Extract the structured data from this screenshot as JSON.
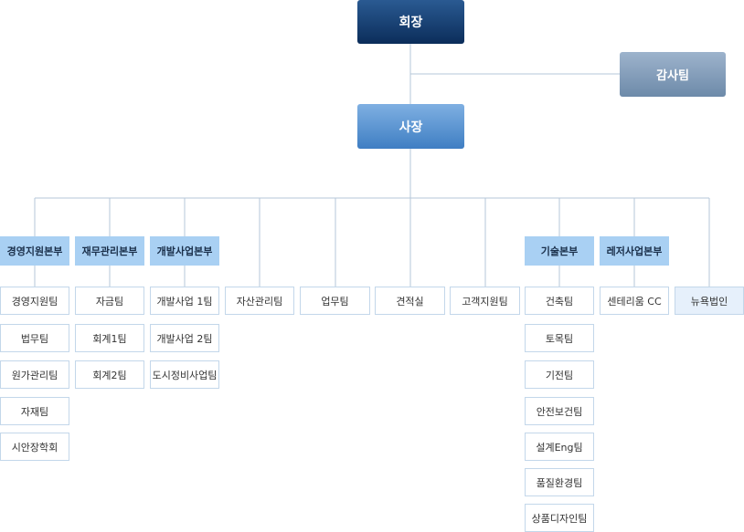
{
  "chairman": "회장",
  "audit": "감사팀",
  "president": "사장",
  "divisions": {
    "management": "경영지원본부",
    "finance": "재무관리본부",
    "development": "개발사업본부",
    "technology": "기술본부",
    "leisure": "레저사업본부"
  },
  "teams": {
    "management": [
      "경영지원팀",
      "법무팀",
      "원가관리팀",
      "자재팀",
      "시안장학회"
    ],
    "finance": [
      "자금팀",
      "회계1팀",
      "회계2팀"
    ],
    "development": [
      "개발사업 1팀",
      "개발사업 2팀",
      "도시정비사업팀"
    ],
    "asset": "자산관리팀",
    "business": "업무팀",
    "estimate": "견적실",
    "customer": "고객지원팀",
    "technology": [
      "건축팀",
      "토목팀",
      "기전팀",
      "안전보건팀",
      "설계Eng팀",
      "품질환경팀",
      "상품디자인팀"
    ],
    "leisure": [
      "센테리움 CC"
    ],
    "newyork": "뉴욕법인"
  }
}
